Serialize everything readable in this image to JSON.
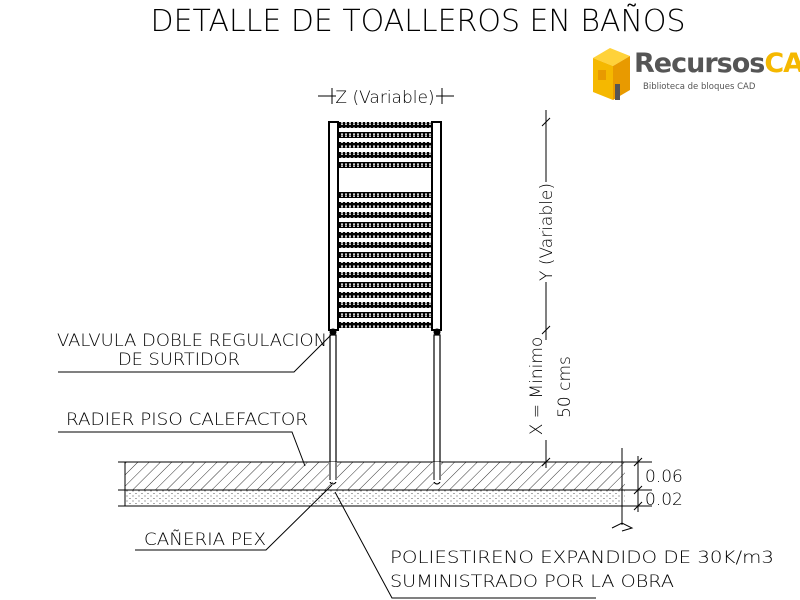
{
  "title": "DETALLE DE TOALLEROS EN BAÑOS",
  "dimensions": {
    "z": "Z (Variable)",
    "y": "Y (Variable)",
    "x_line1": "X = Minimo",
    "x_line2": "50 cms",
    "slab_top": "0.06",
    "slab_bottom": "0.02"
  },
  "labels": {
    "valve_line1": "VALVULA DOBLE REGULACION",
    "valve_line2": "DE SURTIDOR",
    "radier": "RADIER PISO CALEFACTOR",
    "pipe": "CAÑERIA PEX",
    "insulation_line1": "POLIESTIRENO EXPANDIDO DE 30K/m3",
    "insulation_line2": "SUMINISTRADO POR LA OBRA"
  },
  "watermark": {
    "brand_part1": "Recursos",
    "brand_part2": "CAD",
    "tagline": "Biblioteca de bloques CAD",
    "colors": {
      "gray": "#555555",
      "yellow": "#f5b800"
    }
  }
}
